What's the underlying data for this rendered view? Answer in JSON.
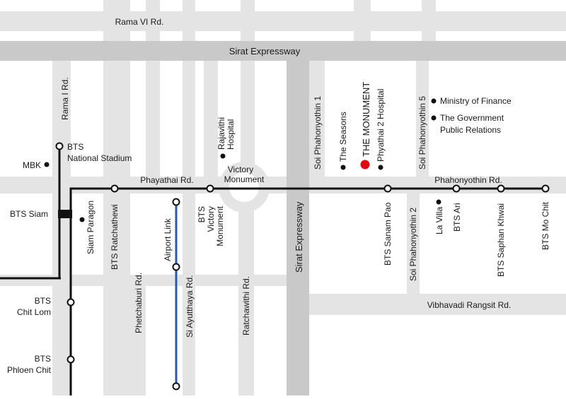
{
  "colors": {
    "background": "#ffffff",
    "road": "#e4e4e4",
    "expressway": "#c9c9c9",
    "bts_line": "#111111",
    "airport_link": "#2c5aa0",
    "highlight": "#e30613",
    "text": "#1a1a1a"
  },
  "roads": {
    "rama_vi": "Rama VI Rd.",
    "sirat_expressway": "Sirat Expressway",
    "sirat_expressway_vertical": "Sirat Expressway",
    "rama_i": "Rama I Rd.",
    "phayathai": "Phayathai Rd.",
    "phahonyothin": "Phahonyothin Rd.",
    "soi_phahonyothin_1": "Soi Phahonyothin 1",
    "soi_phahonyothin_5": "Soi Phahonyothin 5",
    "soi_phahonyothin_2": "Soi Phahonyothin 2",
    "phetchaburi": "Phetchaburi Rd.",
    "si_ayutthaya": "Si Ayutthaya Rd.",
    "ratchawithi": "Ratchawithi Rd.",
    "vibhavadi": "Vibhavadi Rangsit Rd."
  },
  "stations": {
    "national_stadium": [
      "BTS",
      "National Stadium"
    ],
    "siam": "BTS Siam",
    "chit_lom": [
      "BTS",
      "Chit Lom"
    ],
    "phloen_chit": [
      "BTS",
      "Phloen Chit"
    ],
    "ratchathewi": "BTS Ratchathewi",
    "victory_monument": [
      "BTS",
      "Victory",
      "Monument"
    ],
    "sanam_pao": "BTS Sanam Pao",
    "ari": "BTS Ari",
    "saphan_khwai": "BTS Saphan Khwai",
    "mo_chit": "BTS Mo Chit",
    "airport_link": "Airport Link"
  },
  "places": {
    "mbk": "MBK",
    "siam_paragon": "Siam Paragon",
    "rajavithi_hospital": [
      "Rajavithi",
      "Hospital"
    ],
    "victory_monument": [
      "Victory",
      "Monument"
    ],
    "the_seasons": "The Seasons",
    "the_monument": "THE MONUMENT",
    "phyathai_2_hospital": "Phyathai 2 Hospital",
    "la_villa": "La Villa",
    "ministry_of_finance": "Ministry of Finance",
    "gov_public_relations": [
      "The Government",
      "Public Relations"
    ]
  }
}
